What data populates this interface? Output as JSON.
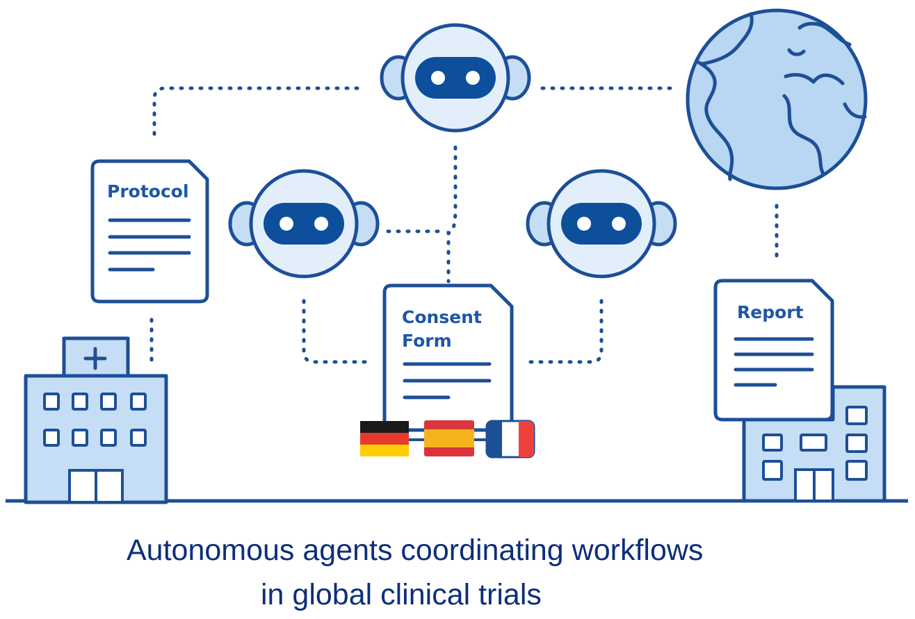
{
  "documents": {
    "protocol": "Protocol",
    "consent_line1": "Consent",
    "consent_line2": "Form",
    "report": "Report"
  },
  "caption": {
    "line1": "Autonomous agents coordinating workflows",
    "line2": "in global clinical trials"
  },
  "flags": [
    "germany",
    "spain",
    "france"
  ],
  "icons": [
    "hospital-icon",
    "robot-icon",
    "globe-icon",
    "document-icon",
    "office-building-icon",
    "flag-icon"
  ],
  "colors": {
    "outline": "#1d4f97",
    "fill_light": "#c6def5",
    "robot_face": "#0e4f9c",
    "caption": "#0d2e7a"
  }
}
